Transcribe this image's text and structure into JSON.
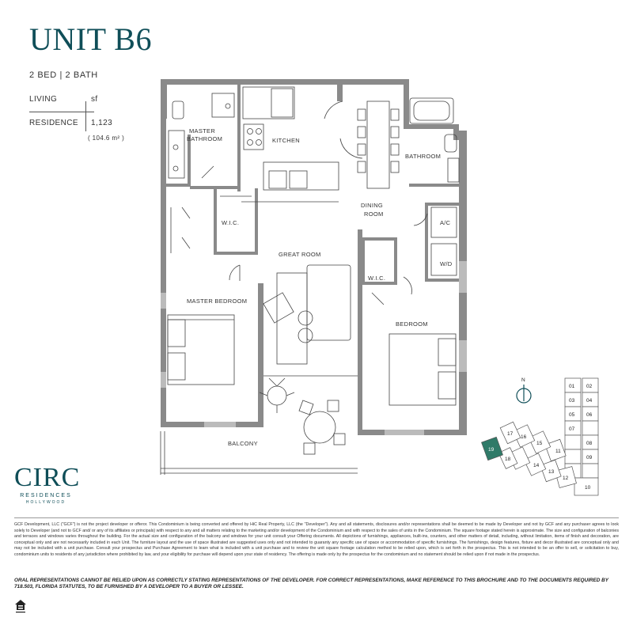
{
  "unit": {
    "title": "UNIT B6",
    "subtitle": "2 BED | 2 BATH",
    "living_label": "LIVING",
    "residence_label": "RESIDENCE",
    "unit_sf": "sf",
    "residence_sf": "1,123",
    "residence_m2": "( 104.6 m² )"
  },
  "rooms": {
    "master_bathroom_1": "MASTER",
    "master_bathroom_2": "BATHROOM",
    "kitchen": "KITCHEN",
    "bathroom": "BATHROOM",
    "dining_1": "DINING",
    "dining_2": "ROOM",
    "wic1": "W.I.C.",
    "wic2": "W.I.C.",
    "ac": "A/C",
    "wd": "W/D",
    "great_room": "GREAT ROOM",
    "master_bedroom": "MASTER BEDROOM",
    "bedroom": "BEDROOM",
    "balcony": "BALCONY"
  },
  "keyplan": {
    "north": "N",
    "units": [
      "01",
      "02",
      "03",
      "04",
      "05",
      "06",
      "07",
      "08",
      "09",
      "10",
      "11",
      "12",
      "13",
      "14",
      "15",
      "16",
      "17",
      "18",
      "19"
    ],
    "highlighted": "19"
  },
  "brand": {
    "name": "CIRC",
    "line2": "RESIDENCES",
    "line3": "HOLLYWOOD"
  },
  "colors": {
    "brand": "#0f4e58",
    "wall": "#8a8a8a"
  },
  "disclaimer": "GCF Development, LLC (\"GCF\") is not the project developer or offeror. This Condominium is being converted and offered by HiC Real Property, LLC (the \"Developer\"). Any and all statements, disclosures and/or representations shall be deemed to be made by Developer and not by GCF and any purchaser agrees to look solely to Developer (and not to GCF and/ or any of its affiliates or principals) with respect to any and all matters relating to the marketing and/or development of the Condominium and with respect to the sales of units in the Condominium. The square footage stated herein is approximate. The size and configuration of balconies and terraces and windows varies throughout the building. For the actual size and configuration of the balcony and windows for your unit consult your Offering documents. All depictions of furnishings, appliances, built-ins, counters, and other matters of detail, including, without limitation, items of finish and decoration, are conceptual only and are not necessarily included in each Unit. The furniture layout and the use of space illustrated are suggested uses only and not intended to guaranty any specific use of space or accommodation of specific furnishings. The furnishings, design features, fixture and decor illustrated are conceptual only and may not be included with a unit purchase. Consult your prospectus and Purchase Agreement to learn what is included with a unit purchase and to review the unit square footage calculation method to be relied upon, which is set forth in the prospectus. This is not intended to be an offer to sell, or solicitation to buy, condominium units to residents of any jurisdiction where prohibited by law, and your eligibility for purchase will depend upon your state of residency. The offering is made only by the prospectus for the condominium and no statement should be relied upon if not made in the prospectus.",
  "warning": "ORAL REPRESENTATIONS CANNOT BE RELIED UPON AS CORRECTLY STATING REPRESENTATIONS OF THE DEVELOPER. FOR CORRECT REPRESENTATIONS, MAKE REFERENCE TO THIS BROCHURE AND TO THE DOCUMENTS REQUIRED BY 718.503, FLORIDA STATUTES, TO BE FURNISHED BY A DEVELOPER TO A BUYER OR LESSEE."
}
